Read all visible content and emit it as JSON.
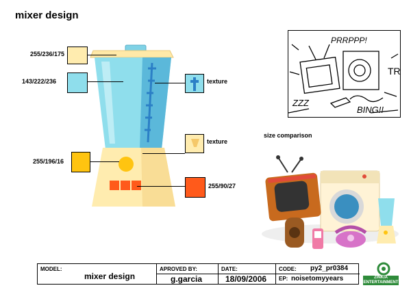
{
  "title": "mixer design",
  "swatches": {
    "lid": {
      "label": "255/236/175",
      "color": "#FFECAF"
    },
    "jar": {
      "label": "143/222/236",
      "color": "#8FDEEC"
    },
    "button": {
      "label": "255/196/16",
      "color": "#FFC410"
    },
    "keys": {
      "label": "255/90/27",
      "color": "#FF5A1B"
    },
    "texture_jar": {
      "label": "texture",
      "color": "#8FDEEC",
      "accent": "#2B7FC6"
    },
    "texture_base": {
      "label": "texture",
      "color": "#FFECAF",
      "accent": "#F5C86A"
    }
  },
  "size_comparison": {
    "label": "size comparison"
  },
  "sketch": {
    "texts": [
      "PRRPPP!",
      "ZZZ",
      "BING!!",
      "TR"
    ]
  },
  "footer": {
    "model_head": "MODEL:",
    "model_value": "mixer design",
    "approved_head": "APROVED BY:",
    "approved_value": "g.garcia",
    "date_head": "DATE:",
    "date_value": "18/09/2006",
    "code_head": "CODE:",
    "code_value": "py2_pr0384",
    "ep_head": "EP:",
    "ep_value": "noisetomyyears",
    "logo_line1": "ZINKIA",
    "logo_line2": "ENTERTAINMENT"
  }
}
